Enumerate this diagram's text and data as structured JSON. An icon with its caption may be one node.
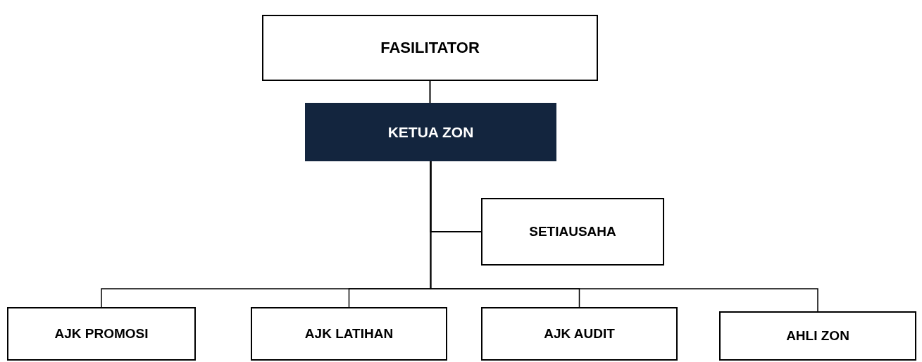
{
  "diagram": {
    "nodes": [
      {
        "text": [
          "FASILITATOR"
        ]
      },
      {
        "text": [
          "KETUA ZON"
        ]
      },
      {
        "text": [
          "SETIAUSAHA"
        ]
      },
      {
        "text": [
          "AJK PROMOSI"
        ]
      },
      {
        "text": [
          "AJK LATIHAN"
        ]
      },
      {
        "text": [
          "AJK AUDIT"
        ]
      },
      {
        "text": [
          "AHLI ZON"
        ]
      }
    ],
    "edges": [
      {
        "from": 0,
        "to": 1,
        "arrow": "none"
      },
      {
        "from": 1,
        "to": 2,
        "arrow": "none"
      },
      {
        "from": 1,
        "to": 3,
        "arrow": "none"
      },
      {
        "from": 1,
        "to": 4,
        "arrow": "none"
      },
      {
        "from": 1,
        "to": 5,
        "arrow": "none"
      },
      {
        "from": 1,
        "to": 6,
        "arrow": "none"
      }
    ]
  }
}
